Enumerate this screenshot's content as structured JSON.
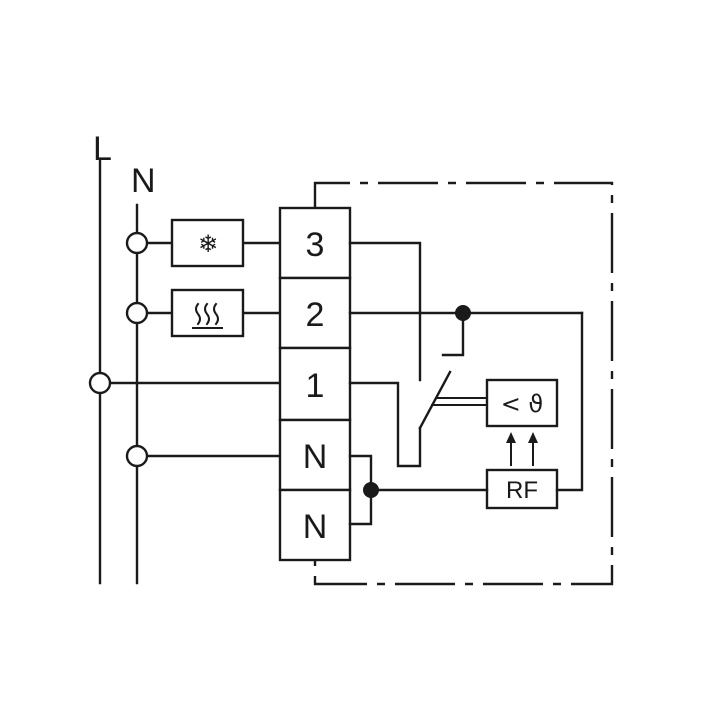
{
  "supply": {
    "line_label": "L",
    "neutral_label": "N"
  },
  "terminals": [
    "3",
    "2",
    "1",
    "N",
    "N"
  ],
  "loads": {
    "cooling": {
      "icon": "snowflake-icon",
      "glyph": "❄"
    },
    "heating": {
      "icon": "heating-icon",
      "glyph": "♨"
    }
  },
  "controller": {
    "sensor_label": "< ϑ",
    "rf_label": "RF"
  }
}
